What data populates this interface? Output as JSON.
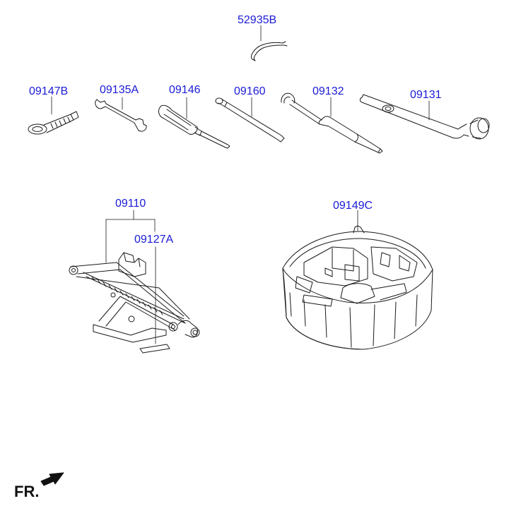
{
  "parts": {
    "p52935B": "52935B",
    "p09147B": "09147B",
    "p09135A": "09135A",
    "p09146": "09146",
    "p09160": "09160",
    "p09132": "09132",
    "p09131": "09131",
    "p09110": "09110",
    "p09127A": "09127A",
    "p09149C": "09149C"
  },
  "direction_label": "FR.",
  "colors": {
    "label": "#1a1ad6",
    "line": "#1a1a1a"
  }
}
